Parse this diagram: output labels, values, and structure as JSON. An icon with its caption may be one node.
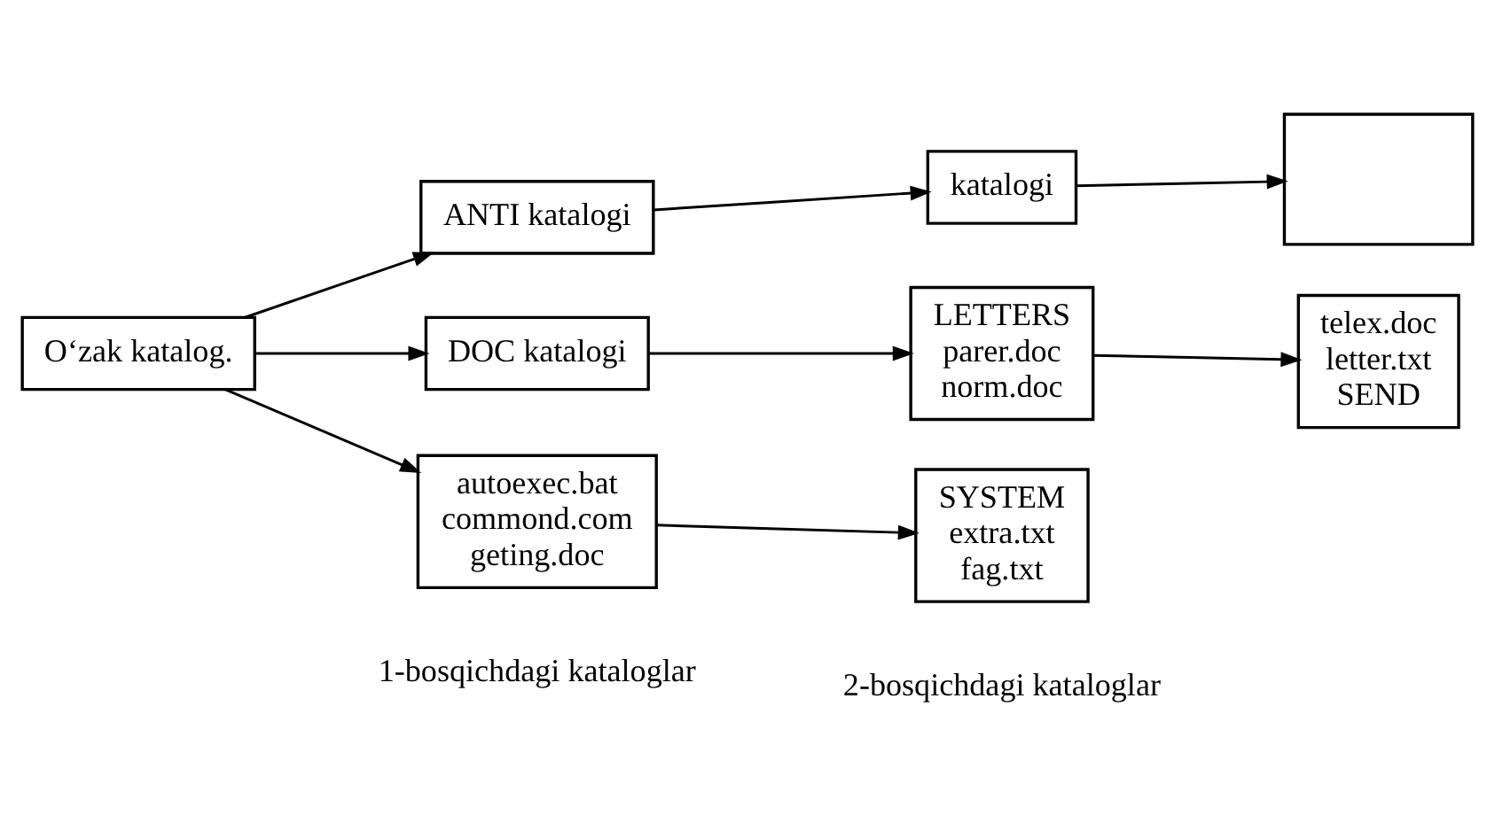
{
  "diagram": {
    "nodes": [
      {
        "text": [
          "O‘zak katalog."
        ]
      },
      {
        "text": [
          "ANTI katalogi"
        ]
      },
      {
        "text": [
          "DOC katalogi"
        ]
      },
      {
        "text": [
          "autoexec.bat",
          "commond.com",
          "geting.doc"
        ]
      },
      {
        "text": [
          "katalogi"
        ]
      },
      {
        "text": [
          "LETTERS",
          "parer.doc",
          "norm.doc"
        ]
      },
      {
        "text": [
          "SYSTEM",
          "extra.txt",
          "fag.txt"
        ]
      },
      {
        "text": [],
        "shape": "box"
      },
      {
        "text": [
          "telex.doc",
          "letter.txt",
          "SEND"
        ]
      }
    ],
    "edges": [
      {
        "from": 0,
        "to": 1,
        "arrow": "to"
      },
      {
        "from": 0,
        "to": 2,
        "arrow": "to"
      },
      {
        "from": 0,
        "to": 3,
        "arrow": "to"
      },
      {
        "from": 1,
        "to": 4,
        "arrow": "to"
      },
      {
        "from": 2,
        "to": 5,
        "arrow": "to"
      },
      {
        "from": 3,
        "to": 6,
        "arrow": "to"
      },
      {
        "from": 4,
        "to": 7,
        "arrow": "to"
      },
      {
        "from": 5,
        "to": 8,
        "arrow": "to"
      }
    ],
    "labels": [
      "1-bosqichdagi kataloglar",
      "2-bosqichdagi kataloglar"
    ]
  }
}
